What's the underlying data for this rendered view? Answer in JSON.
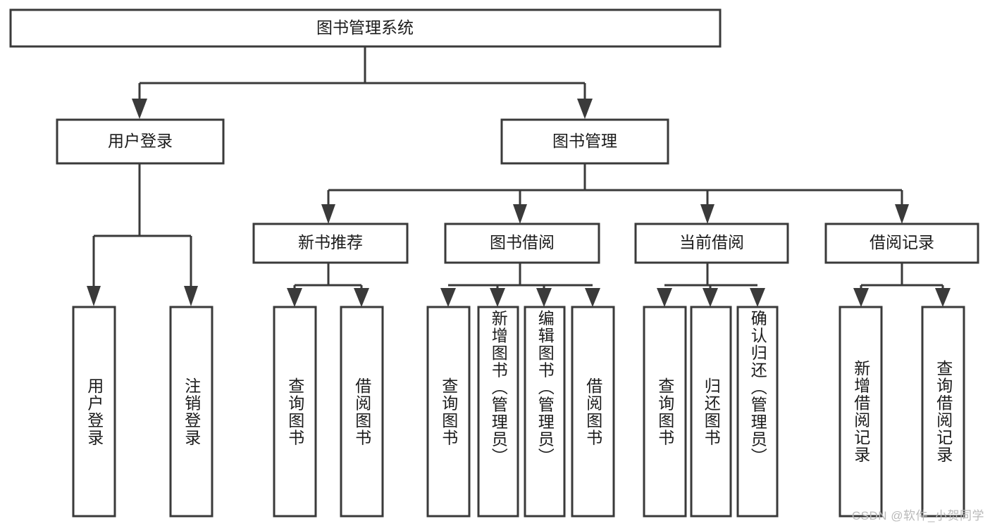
{
  "diagram": {
    "type": "tree-hierarchy-flowchart",
    "title": "图书管理系统",
    "orientation": "top-down",
    "levels": 4,
    "colors": {
      "box_fill": "#ffffff",
      "box_stroke": "#3a3a3a",
      "connector": "#3a3a3a",
      "text": "#1b1b1b",
      "background": "#ffffff",
      "watermark": "#b9b9b9"
    },
    "root": {
      "id": "root",
      "label": "图书管理系统",
      "text_orientation": "horizontal"
    },
    "level2": [
      {
        "id": "user-login",
        "label": "用户登录",
        "text_orientation": "horizontal"
      },
      {
        "id": "book-management",
        "label": "图书管理",
        "text_orientation": "horizontal"
      }
    ],
    "level3": [
      {
        "id": "new-book-recommend",
        "label": "新书推荐",
        "parent": "book-management",
        "text_orientation": "horizontal"
      },
      {
        "id": "book-borrow",
        "label": "图书借阅",
        "parent": "book-management",
        "text_orientation": "horizontal"
      },
      {
        "id": "current-borrow",
        "label": "当前借阅",
        "parent": "book-management",
        "text_orientation": "horizontal"
      },
      {
        "id": "borrow-record",
        "label": "借阅记录",
        "parent": "book-management",
        "text_orientation": "horizontal"
      }
    ],
    "leaves": [
      {
        "id": "leaf-user-login",
        "label": "用户登录",
        "parent": "user-login",
        "text_orientation": "vertical"
      },
      {
        "id": "leaf-user-logout",
        "label": "注销登录",
        "parent": "user-login",
        "text_orientation": "vertical"
      },
      {
        "id": "leaf-query-book-1",
        "label": "查询图书",
        "parent": "new-book-recommend",
        "text_orientation": "vertical"
      },
      {
        "id": "leaf-borrow-book-1",
        "label": "借阅图书",
        "parent": "new-book-recommend",
        "text_orientation": "vertical"
      },
      {
        "id": "leaf-query-book-2",
        "label": "查询图书",
        "parent": "book-borrow",
        "text_orientation": "vertical"
      },
      {
        "id": "leaf-add-book",
        "label": "新增图书（管理员）",
        "parent": "book-borrow",
        "text_orientation": "vertical"
      },
      {
        "id": "leaf-edit-book",
        "label": "编辑图书（管理员）",
        "parent": "book-borrow",
        "text_orientation": "vertical"
      },
      {
        "id": "leaf-borrow-book-2",
        "label": "借阅图书",
        "parent": "book-borrow",
        "text_orientation": "vertical"
      },
      {
        "id": "leaf-query-book-3",
        "label": "查询图书",
        "parent": "current-borrow",
        "text_orientation": "vertical"
      },
      {
        "id": "leaf-return-book",
        "label": "归还图书",
        "parent": "current-borrow",
        "text_orientation": "vertical"
      },
      {
        "id": "leaf-confirm-return",
        "label": "确认归还（管理员）",
        "parent": "current-borrow",
        "text_orientation": "vertical"
      },
      {
        "id": "leaf-add-record",
        "label": "新增借阅记录",
        "parent": "borrow-record",
        "text_orientation": "vertical"
      },
      {
        "id": "leaf-query-record",
        "label": "查询借阅记录",
        "parent": "borrow-record",
        "text_orientation": "vertical"
      }
    ]
  },
  "watermark": {
    "text": "CSDN @软件_小贺同学"
  }
}
